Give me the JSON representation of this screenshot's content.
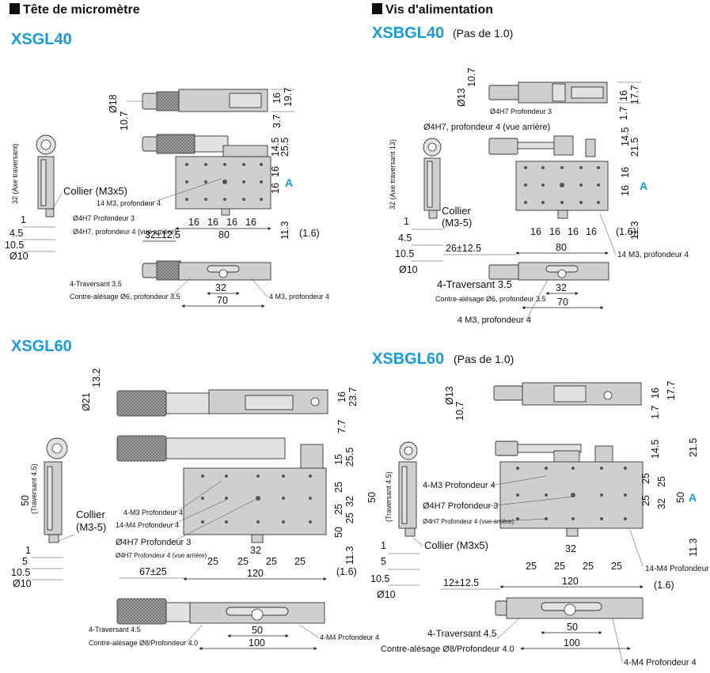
{
  "sections": {
    "micrometer_head": "Tête de micromètre",
    "feed_screw": "Vis d'alimentation"
  },
  "q1": {
    "model": "XSGL40",
    "labels": {
      "collar": "Collier (M3x5)",
      "m3": "14 M3, profondeur 4",
      "h4h7": "Ø4H7 Profondeur 3",
      "h4h7back": "Ø4H7, profondeur 4 (vue arrière)",
      "travel": "4-Traversant 3.5",
      "cbore": "Contre-alésage Ø6, profondeur 3.5",
      "m3b": "4 M3, profondeur 4",
      "side_travel": "32 (Axe traversant)"
    },
    "dims": {
      "d18": "Ø18",
      "d107": "10.7",
      "d16a": "16",
      "d197": "19.7",
      "d37": "3.7",
      "d145": "14.5",
      "d255": "25.5",
      "d16b": "16",
      "d16c": "16",
      "d16d": "16",
      "d113": "11.3",
      "d16pitch": "16",
      "d80": "80",
      "d32pm": "32±12.5",
      "d16paren": "(1.6)",
      "d1": "1",
      "d45": "4.5",
      "d105": "10.5",
      "d10": "Ø10",
      "d32": "32",
      "d70": "70",
      "a": "A"
    }
  },
  "q2": {
    "model": "XSBGL40",
    "pitch": "(Pas de 1.0)",
    "labels": {
      "h4h7": "Ø4H7 Profondeur 3",
      "h4h7back": "Ø4H7, profondeur 4 (vue arrière)",
      "collar": "Collier",
      "collar2": "(M3-5)",
      "m3": "14 M3, profondeur 4",
      "travel": "4-Traversant 3.5",
      "cbore": "Contre-alésage Ø6, profondeur 3.5",
      "m3b": "4 M3, profondeur 4",
      "side_travel": "32 (Axe traversant 13)"
    },
    "dims": {
      "d107": "10.7",
      "d13": "Ø13",
      "d16a": "16",
      "d177": "17.7",
      "d17": "1.7",
      "d145": "14.5",
      "d215": "21.5",
      "d16b": "16",
      "d16c": "16",
      "d16d": "16",
      "d113": "11.3",
      "d16paren": "(1.6)",
      "d16pitch": "16",
      "d80": "80",
      "d26pm": "26±12.5",
      "d1": "1",
      "d45": "4.5",
      "d105": "10.5",
      "d10": "Ø10",
      "d32": "32",
      "d70": "70",
      "a": "A"
    }
  },
  "q3": {
    "model": "XSGL60",
    "labels": {
      "collar": "Collier",
      "collar2": "(M3-5)",
      "m3": "4-M3 Profondeur 4",
      "m4": "14-M4 Profondeur 4",
      "h4h7": "Ø4H7 Profondeur 3",
      "h4h7back": "Ø4H7 Profondeur 4 (vue arrière)",
      "travel": "4-Traversant 4.5",
      "cbore": "Contre-alésage Ø8/Profondeur 4.0",
      "m4b": "4-M4 Profondeur 4",
      "side_travel": "(Traversant 4.5)"
    },
    "dims": {
      "d132": "13.2",
      "d21": "Ø21",
      "d16a": "16",
      "d237": "23.7",
      "d77": "7.7",
      "d15": "15",
      "d255": "25.5",
      "d25a": "25",
      "d32v": "32",
      "d25b": "25",
      "d25c": "25",
      "d50": "50",
      "d113": "11.3",
      "d16paren": "(1.6)",
      "d32": "32",
      "d25pitch": "25",
      "d120": "120",
      "d67pm": "67±25",
      "d1": "1",
      "d5": "5",
      "d105": "10.5",
      "d10": "Ø10",
      "d50b": "50",
      "d100": "100"
    }
  },
  "q4": {
    "model": "XSBGL60",
    "pitch": "(Pas de 1.0)",
    "labels": {
      "m3": "4-M3 Profondeur 4",
      "h4h7": "Ø4H7 Profondeur 3",
      "h4h7back": "Ø4H7 Profondeur 4 (vue arrière)",
      "collar": "Collier (M3x5)",
      "m4": "14-M4 Profondeur 4",
      "travel": "4-Traversant 4.5",
      "cbore": "Contre-alésage Ø8/Profondeur 4.0",
      "m4b": "4-M4 Profondeur 4",
      "side_travel": "(Traversant 4.5)"
    },
    "dims": {
      "d13": "Ø13",
      "d107": "10.7",
      "d16a": "16",
      "d177": "17.7",
      "d17": "1.7",
      "d145": "14.5",
      "d215": "21.5",
      "d25a": "25",
      "d32v": "32",
      "d25b": "25",
      "d25c": "25",
      "d50": "50",
      "d113": "11.3",
      "d32": "32",
      "d25pitch": "25",
      "d16paren": "(1.6)",
      "d120": "120",
      "d12pm": "12±12.5",
      "d1": "1",
      "d5": "5",
      "d105": "10.5",
      "d10": "Ø10",
      "d50b": "50",
      "d100": "100",
      "a": "A"
    }
  }
}
